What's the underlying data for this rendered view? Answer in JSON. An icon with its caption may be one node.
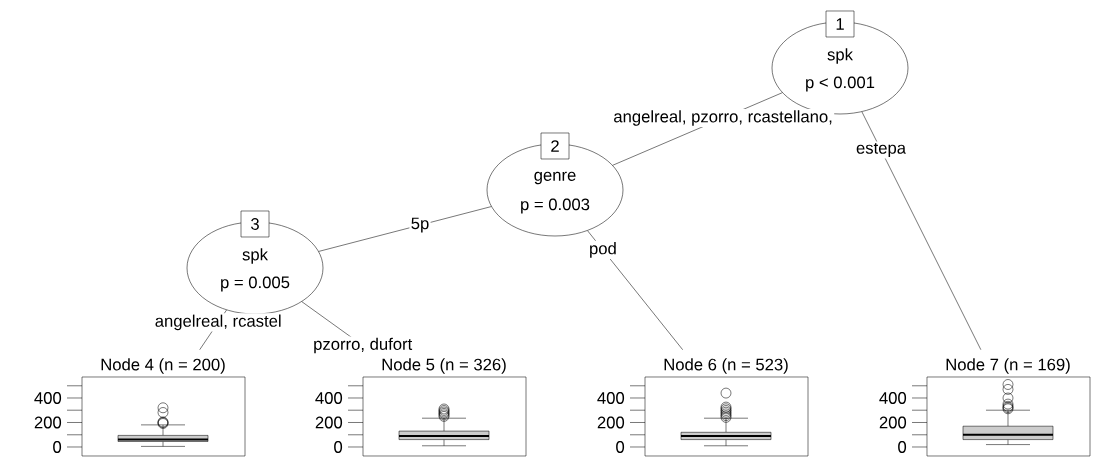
{
  "diagram": {
    "nodes": [
      {
        "text": [
          "1",
          "spk",
          "p < 0.001"
        ]
      },
      {
        "text": [
          "2",
          "genre",
          "p = 0.003"
        ]
      },
      {
        "text": [
          "3",
          "spk",
          "p = 0.005"
        ]
      },
      {
        "text": [
          "Node 4 (n = 200)",
          "400",
          "200",
          "0"
        ]
      },
      {
        "text": [
          "Node 5 (n = 326)",
          "400",
          "200",
          "0"
        ]
      },
      {
        "text": [
          "Node 6 (n = 523)",
          "400",
          "200",
          "0"
        ]
      },
      {
        "text": [
          "Node 7 (n = 169)",
          "400",
          "200",
          "0"
        ]
      }
    ],
    "edges": [
      {
        "from": 0,
        "to": 1,
        "arrow": "none",
        "label": "angelreal, pzorro, rcastellano,"
      },
      {
        "from": 0,
        "to": 6,
        "arrow": "none",
        "label": "estepa"
      },
      {
        "from": 1,
        "to": 2,
        "arrow": "none",
        "label": "5p"
      },
      {
        "from": 1,
        "to": 5,
        "arrow": "none",
        "label": "pod"
      },
      {
        "from": 2,
        "to": 3,
        "arrow": "none",
        "label": "angelreal, rcastel"
      },
      {
        "from": 2,
        "to": 4,
        "arrow": "none",
        "label": "pzorro, dufort"
      }
    ]
  }
}
